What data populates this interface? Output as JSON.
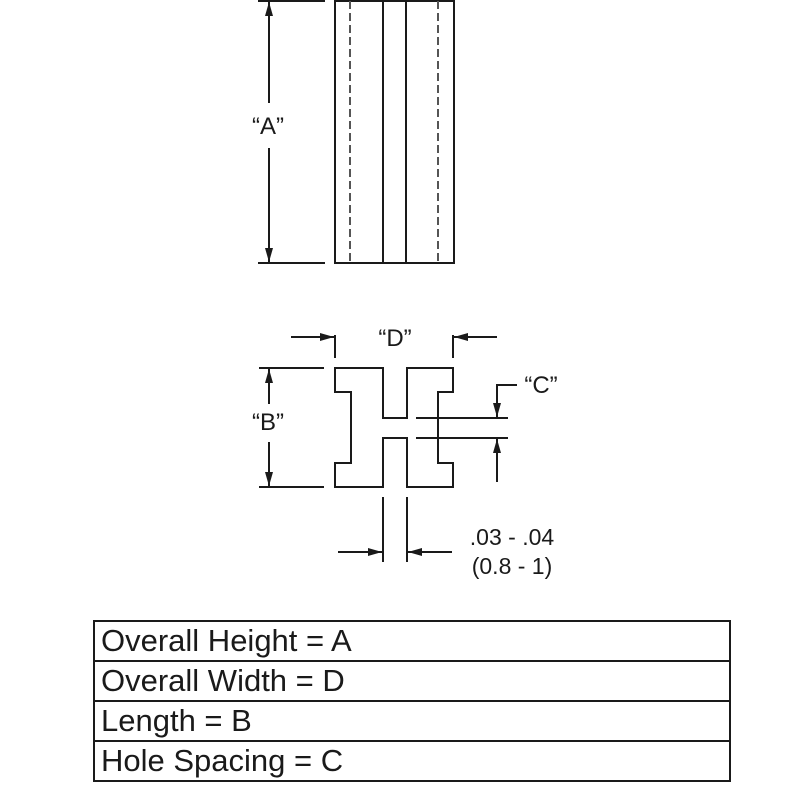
{
  "labels": {
    "a": "“A”",
    "b": "“B”",
    "c": "“C”",
    "d": "“D”",
    "thickness_in": ".03 - .04",
    "thickness_mm": "(0.8 - 1)"
  },
  "table": [
    "Overall Height = A",
    "Overall Width = D",
    "Length = B",
    "Hole Spacing = C"
  ],
  "colors": {
    "line": "#1a1a1a"
  }
}
